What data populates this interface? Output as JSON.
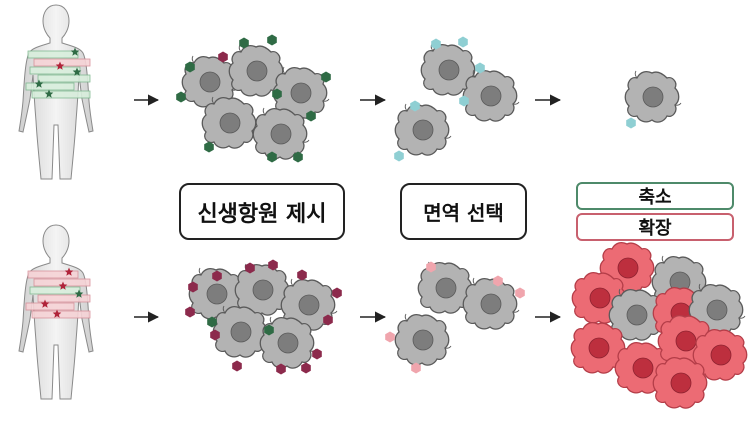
{
  "labels": {
    "neoantigen_presentation": "신생항원 제시",
    "immune_selection": "면역 선택"
  },
  "legend": {
    "shrink": "축소",
    "expand": "확장"
  },
  "colors": {
    "cell_body": "#b3b3b3",
    "cell_outline": "#5a5a5a",
    "nucleus": "#7d7d7d",
    "antigen_green": "#2f6b45",
    "antigen_maroon": "#8c2a4c",
    "antigen_teal": "#8fcfd3",
    "antigen_pink": "#f0a5ad",
    "tumor_red": "#ec6b74",
    "tumor_red_nucleus": "#bd2f3e",
    "band_green": "#d8eedc",
    "band_pink": "#f6d3d6"
  }
}
